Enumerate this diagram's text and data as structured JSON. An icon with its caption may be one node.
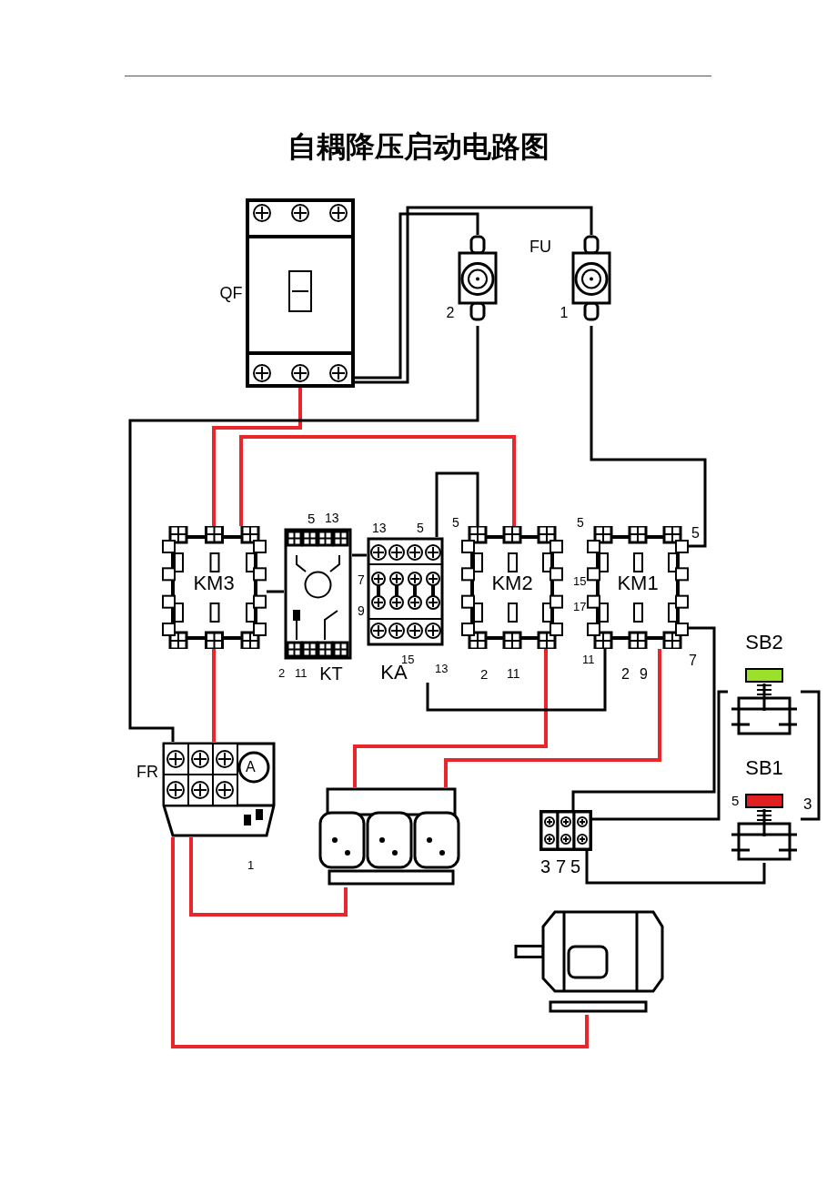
{
  "diagram": {
    "title": "自耦降压启动电路图",
    "nodes": [
      {
        "text": [
          "QF"
        ]
      },
      {
        "text": [
          "2"
        ]
      },
      {
        "text": [
          "1"
        ]
      },
      {
        "text": [
          "KM3"
        ]
      },
      {
        "text": [
          "KT"
        ]
      },
      {
        "text": [
          "KA"
        ]
      },
      {
        "text": [
          "KM2"
        ]
      },
      {
        "text": [
          "KM1"
        ]
      },
      {
        "text": [
          "FR"
        ]
      },
      {
        "text": [],
        "shape": "picture"
      },
      {
        "text": [],
        "shape": "picture"
      },
      {
        "text": [],
        "shape": "box"
      },
      {
        "text": [
          "SB2"
        ]
      },
      {
        "text": [
          "SB1"
        ]
      }
    ],
    "edges": [
      {
        "from": 0,
        "to": 3,
        "arrow": "none",
        "color": "#e8262b"
      },
      {
        "from": 3,
        "to": 6,
        "arrow": "none",
        "color": "#e8262b"
      },
      {
        "from": 0,
        "to": 1,
        "arrow": "none"
      },
      {
        "from": 0,
        "to": 2,
        "arrow": "none"
      },
      {
        "from": 1,
        "to": 8,
        "arrow": "none"
      },
      {
        "from": 2,
        "to": 7,
        "arrow": "none"
      },
      {
        "from": 3,
        "to": 8,
        "arrow": "none",
        "color": "#e8262b"
      },
      {
        "from": 6,
        "to": 9,
        "arrow": "none",
        "color": "#e8262b"
      },
      {
        "from": 7,
        "to": 9,
        "arrow": "none",
        "color": "#e8262b"
      },
      {
        "from": 9,
        "to": 8,
        "arrow": "none",
        "color": "#e8262b"
      },
      {
        "from": 8,
        "to": 10,
        "arrow": "none",
        "color": "#e8262b"
      },
      {
        "from": 4,
        "to": 5,
        "arrow": "none"
      },
      {
        "from": 5,
        "to": 6,
        "arrow": "none"
      },
      {
        "from": 5,
        "to": 7,
        "arrow": "none"
      },
      {
        "from": 7,
        "to": 11,
        "arrow": "none"
      },
      {
        "from": 11,
        "to": 13,
        "arrow": "none"
      },
      {
        "from": 11,
        "to": 12,
        "arrow": "none"
      },
      {
        "from": 13,
        "to": 12,
        "arrow": "none"
      },
      {
        "from": 4,
        "to": 3,
        "arrow": "none"
      }
    ],
    "labels": [
      "FU",
      "5",
      "13",
      "13",
      "5",
      "5",
      "5",
      "5",
      "7",
      "15",
      "17",
      "9",
      "15",
      "11",
      "7",
      "2",
      "11",
      "13",
      "2",
      "11",
      "2",
      "9",
      "A",
      "5",
      "3",
      "1",
      "3",
      "7",
      "5"
    ]
  }
}
